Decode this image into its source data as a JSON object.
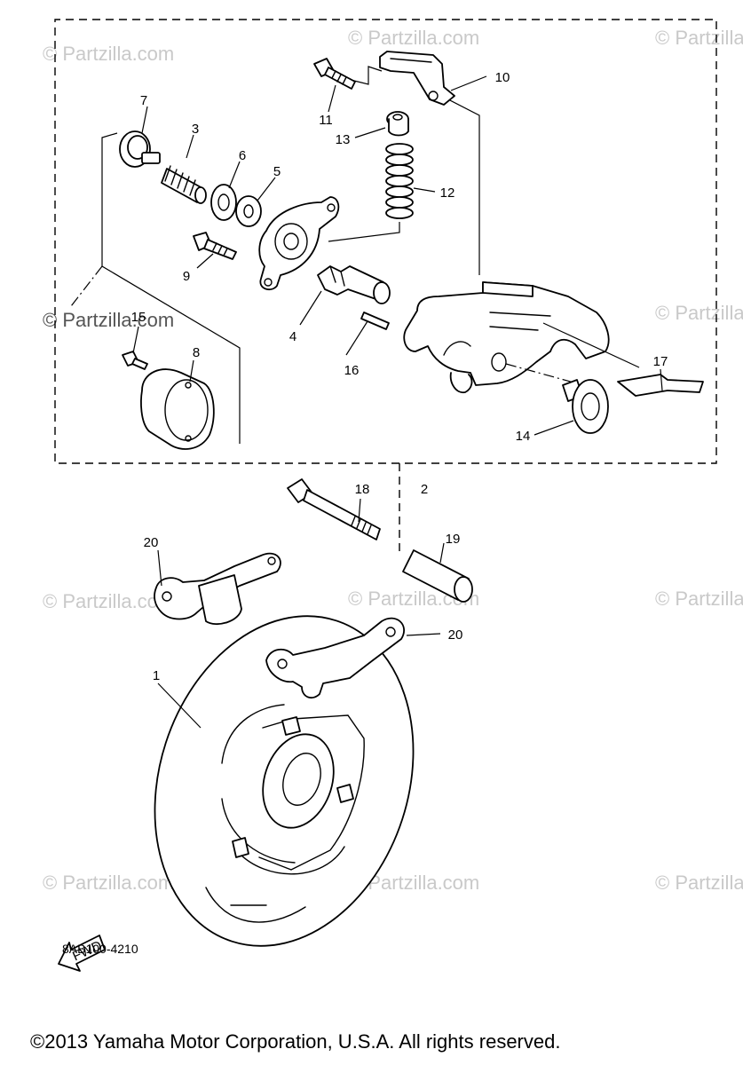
{
  "watermark": "© Partzilla.com",
  "watermark_prominent": "© Partzilla.com",
  "fwd_label": "FWD",
  "diagram_code": "8AB100-4210",
  "copyright": "©2013 Yamaha Motor Corporation, U.S.A. All rights reserved.",
  "callouts": {
    "c1": "1",
    "c2": "2",
    "c3": "3",
    "c4": "4",
    "c5": "5",
    "c6": "6",
    "c7": "7",
    "c8": "8",
    "c9": "9",
    "c10": "10",
    "c11": "11",
    "c12": "12",
    "c13": "13",
    "c14": "14",
    "c15": "15",
    "c16": "16",
    "c17": "17",
    "c18": "18",
    "c19": "19",
    "c20a": "20",
    "c20b": "20"
  }
}
